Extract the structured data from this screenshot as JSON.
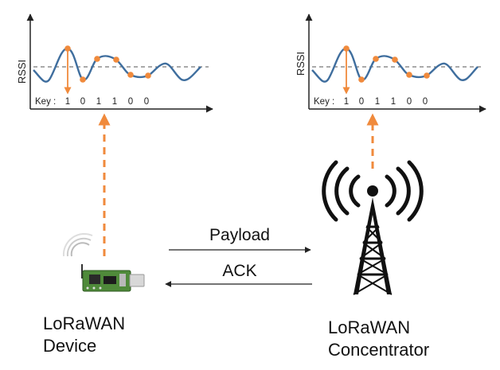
{
  "colors": {
    "wave": "#3f6e9e",
    "marker": "#f08a3c",
    "dashed_link": "#f08a3c",
    "axis": "#222222",
    "threshold": "#555555",
    "board": "#4f8a3a",
    "tower": "#111111"
  },
  "plots": [
    {
      "id": "device",
      "y_label": "RSSI",
      "key_label": "Key :",
      "key_bits": [
        "1",
        "0",
        "1",
        "1",
        "0",
        "0"
      ]
    },
    {
      "id": "concentrator",
      "y_label": "RSSI",
      "key_label": "Key :",
      "key_bits": [
        "1",
        "0",
        "1",
        "1",
        "0",
        "0"
      ]
    }
  ],
  "links": {
    "payload_label": "Payload",
    "ack_label": "ACK"
  },
  "device": {
    "icon": "lora-device-board-icon",
    "label_line1": "LoRaWAN",
    "label_line2": "Device"
  },
  "concentrator": {
    "icon": "radio-tower-icon",
    "label_line1": "LoRaWAN",
    "label_line2": "Concentrator"
  }
}
